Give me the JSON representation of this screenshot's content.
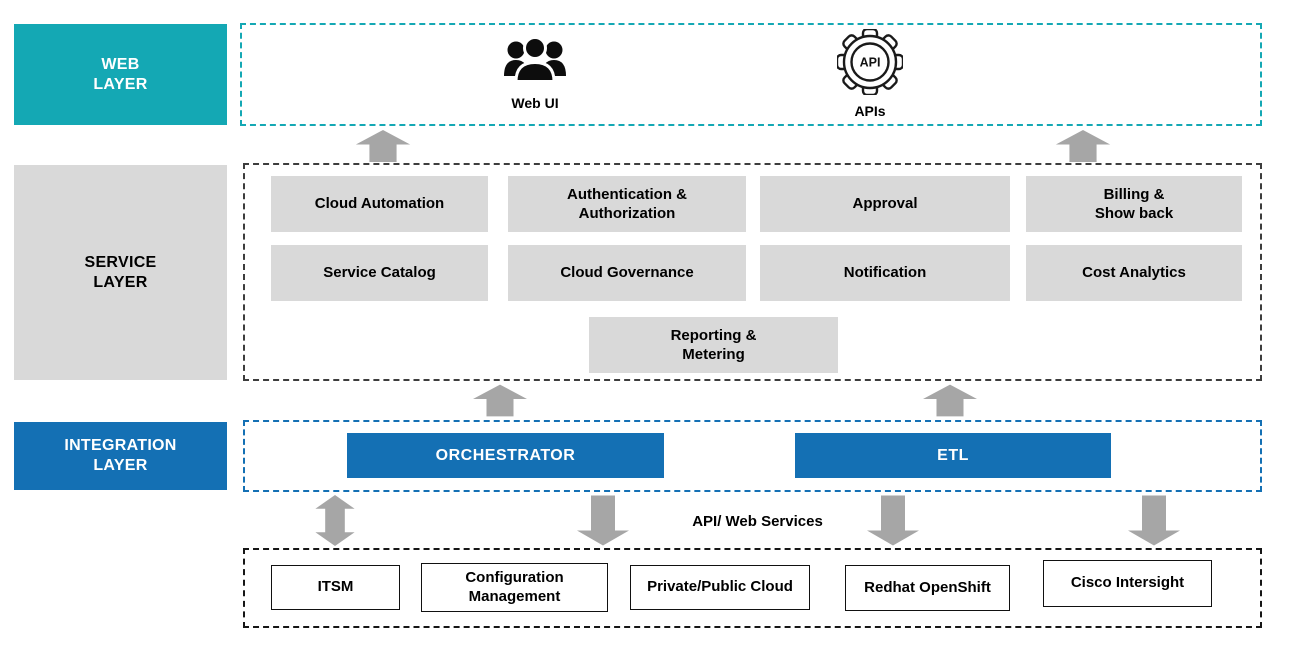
{
  "colors": {
    "teal": "#14A8B4",
    "blue": "#1470B4",
    "light_gray": "#D9D9D9",
    "arrow_gray": "#A6A6A6"
  },
  "layer_labels": {
    "web": "WEB\nLAYER",
    "service": "SERVICE\nLAYER",
    "integration": "INTEGRATION\nLAYER"
  },
  "web_layer": {
    "items": [
      {
        "icon": "users-icon",
        "label": "Web UI"
      },
      {
        "icon": "gear-api-icon",
        "icon_text": "API",
        "label": "APIs"
      }
    ]
  },
  "service_layer": {
    "boxes": [
      "Cloud Automation",
      "Authentication &\nAuthorization",
      "Approval",
      "Billing &\nShow back",
      "Service Catalog",
      "Cloud Governance",
      "Notification",
      "Cost Analytics",
      "Reporting &\nMetering"
    ]
  },
  "integration_layer": {
    "boxes": [
      "ORCHESTRATOR",
      "ETL"
    ]
  },
  "connector_label": "API/ Web Services",
  "external_layer": {
    "boxes": [
      "ITSM",
      "Configuration\nManagement",
      "Private/Public Cloud",
      "Redhat OpenShift",
      "Cisco Intersight"
    ]
  }
}
